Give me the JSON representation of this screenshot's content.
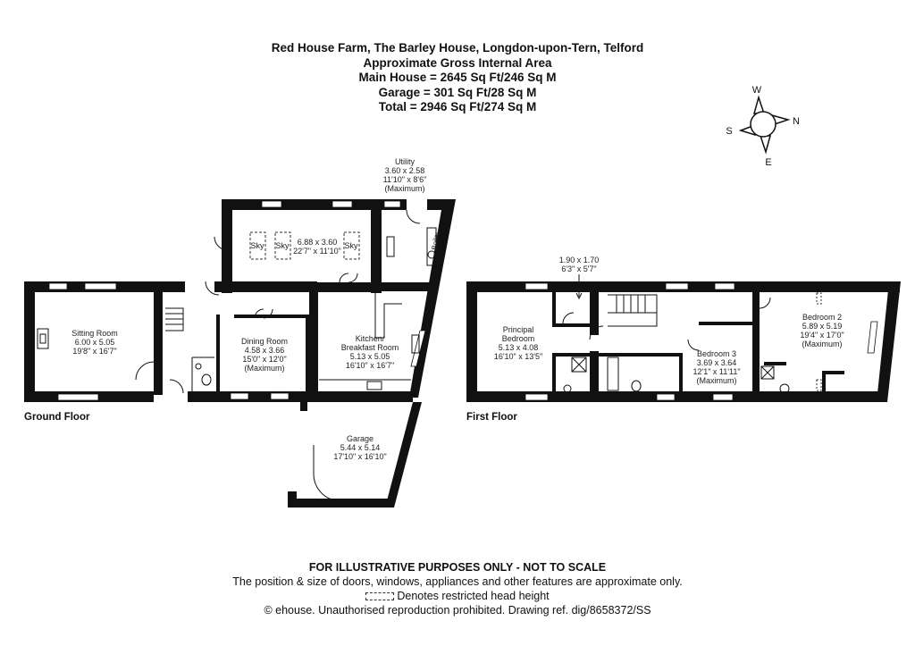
{
  "header": {
    "title": "Red House Farm, The Barley House, Longdon-upon-Tern, Telford",
    "subtitle": "Approximate Gross Internal Area",
    "main_house": "Main House = 2645 Sq Ft/246 Sq M",
    "garage": "Garage = 301 Sq Ft/28 Sq M",
    "total": "Total = 2946 Sq Ft/274 Sq M"
  },
  "compass": {
    "top": "W",
    "right": "N",
    "bottom": "E",
    "left": "S"
  },
  "floors": {
    "ground": {
      "label": "Ground Floor",
      "rooms": {
        "sitting": {
          "name": "Sitting Room",
          "metric": "6.00 x 5.05",
          "imperial": "19'8\" x 16'7\""
        },
        "dining": {
          "name": "Dining Room",
          "metric": "4.58 x 3.66",
          "imperial": "15'0\" x 12'0\"",
          "note": "(Maximum)"
        },
        "garden_room": {
          "metric": "6.88 x 3.60",
          "imperial": "22'7\" x 11'10\"",
          "skylight": "Sky"
        },
        "utility": {
          "name": "Utility",
          "metric": "3.60 x 2.58",
          "imperial": "11'10\" x 8'6\"",
          "note": "(Maximum)",
          "appliance": "Boiler"
        },
        "kitchen": {
          "name": "Kitchen/",
          "name2": "Breakfast Room",
          "metric": "5.13 x 5.05",
          "imperial": "16'10\" x 16'7\""
        },
        "garage": {
          "name": "Garage",
          "metric": "5.44 x 5.14",
          "imperial": "17'10\" x 16'10\""
        }
      }
    },
    "first": {
      "label": "First Floor",
      "rooms": {
        "principal": {
          "name": "Principal",
          "name2": "Bedroom",
          "metric": "5.13 x 4.08",
          "imperial": "16'10\" x 13'5\""
        },
        "store": {
          "metric": "1.90 x 1.70",
          "imperial": "6'3\" x 5'7\""
        },
        "bedroom3": {
          "name": "Bedroom 3",
          "metric": "3.69 x 3.64",
          "imperial": "12'1\" x 11'11\"",
          "note": "(Maximum)"
        },
        "bedroom2": {
          "name": "Bedroom 2",
          "metric": "5.89 x 5.19",
          "imperial": "19'4\" x 17'0\"",
          "note": "(Maximum)"
        }
      }
    }
  },
  "footer": {
    "disclaimer": "FOR ILLUSTRATIVE PURPOSES ONLY - NOT TO SCALE",
    "note": "The position & size of doors, windows, appliances and other features are approximate only.",
    "legend": "Denotes restricted head height",
    "copyright": "© ehouse. Unauthorised reproduction prohibited. Drawing ref. dig/8658372/SS"
  }
}
